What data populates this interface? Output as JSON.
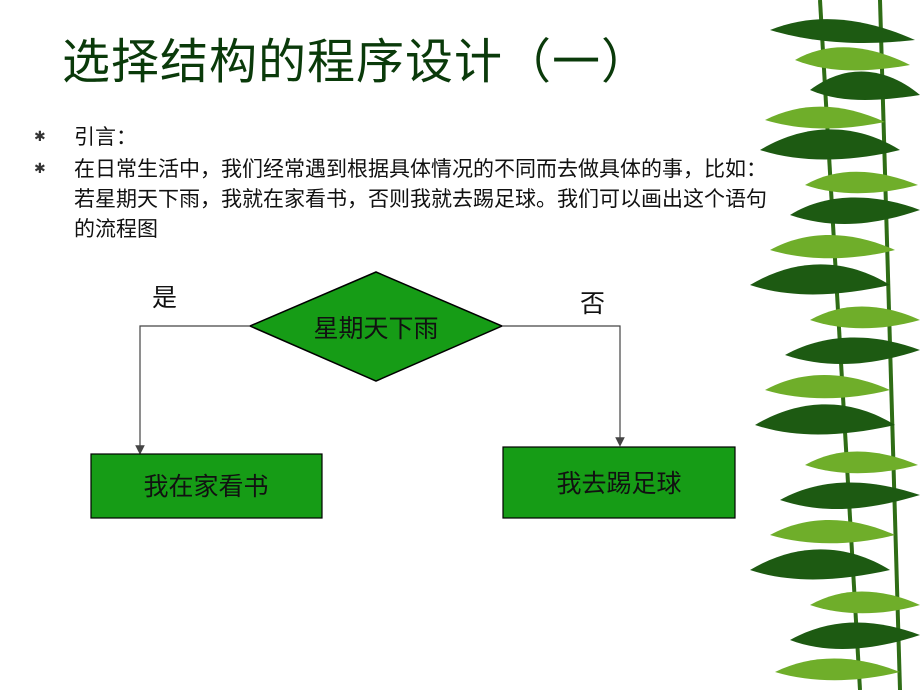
{
  "slide": {
    "title": "选择结构的程序设计（一）",
    "bullets": [
      {
        "icon": "asterisk-bullet-icon",
        "text": "引言："
      },
      {
        "icon": "asterisk-bullet-icon",
        "text": "在日常生活中，我们经常遇到根据具体情况的不同而去做具体的事，比如：若星期天下雨，我就在家看书，否则我就去踢足球。我们可以画出这个语句的流程图"
      }
    ]
  },
  "flowchart": {
    "condition": "星期天下雨",
    "yes_label": "是",
    "no_label": "否",
    "yes_action": "我在家看书",
    "no_action": "我去踢足球"
  },
  "colors": {
    "title": "#0a3a0a",
    "shape_fill": "#169c16",
    "shape_stroke": "#000000",
    "line": "#444444",
    "bamboo_dark": "#1d5a12",
    "bamboo_light": "#6fae2a"
  },
  "decoration": {
    "icon": "bamboo-leaves-icon"
  }
}
